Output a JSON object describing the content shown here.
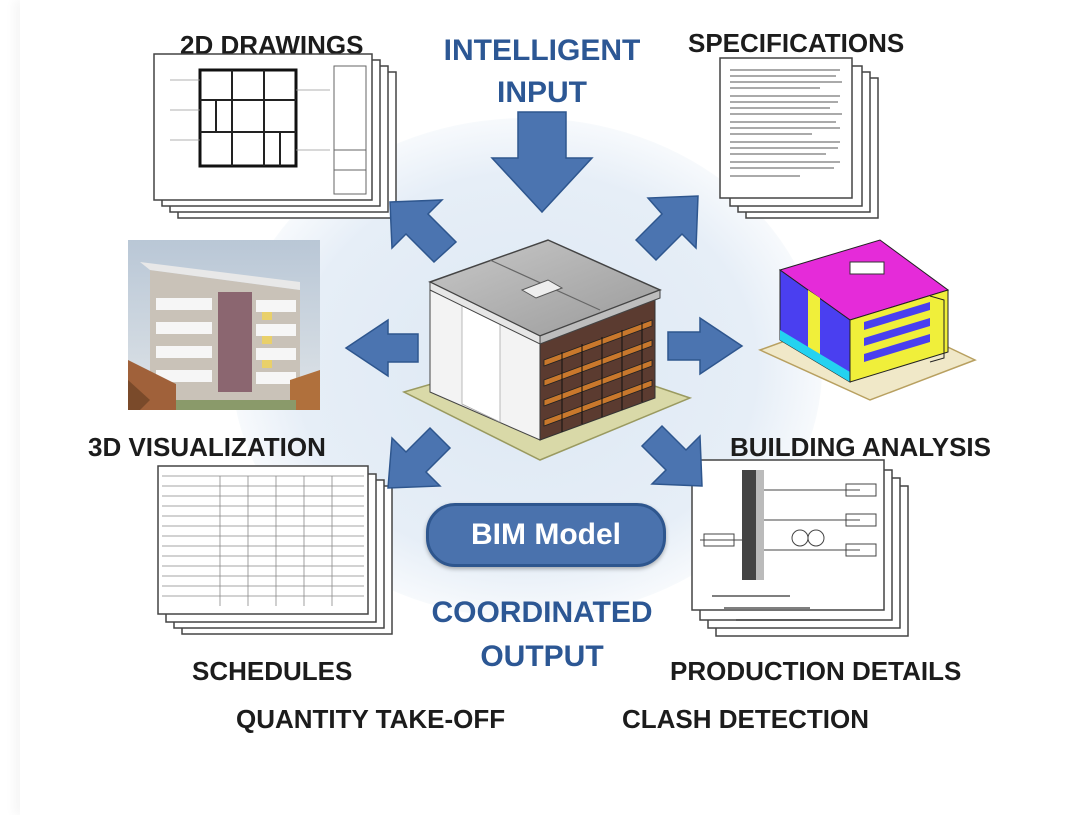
{
  "titles": {
    "input_line1": "INTELLIGENT",
    "input_line2": "INPUT",
    "output_line1": "COORDINATED",
    "output_line2": "OUTPUT"
  },
  "center": {
    "model_label": "BIM Model"
  },
  "labels": {
    "drawings_2d": "2D DRAWINGS",
    "specifications": "SPECIFICATIONS",
    "visualization_3d": "3D VISUALIZATION",
    "building_analysis": "BUILDING ANALYSIS",
    "schedules": "SCHEDULES",
    "quantity_takeoff": "QUANTITY TAKE-OFF",
    "production_details": "PRODUCTION DETAILS",
    "clash_detection": "CLASH DETECTION"
  },
  "colors": {
    "arrow": "#4b74b0",
    "title_blue": "#2c5794",
    "pill": "#4a72ad",
    "glow": "#dde8f3",
    "analysis_magenta": "#e52bd9",
    "analysis_yellow": "#f0ef3a",
    "analysis_blue": "#4a3ff0",
    "analysis_cyan": "#24d2f0"
  },
  "icons": [
    "arrow-down-icon",
    "arrow-up-left-icon",
    "arrow-up-right-icon",
    "arrow-left-icon",
    "arrow-right-icon",
    "arrow-down-left-icon",
    "arrow-down-right-icon"
  ]
}
